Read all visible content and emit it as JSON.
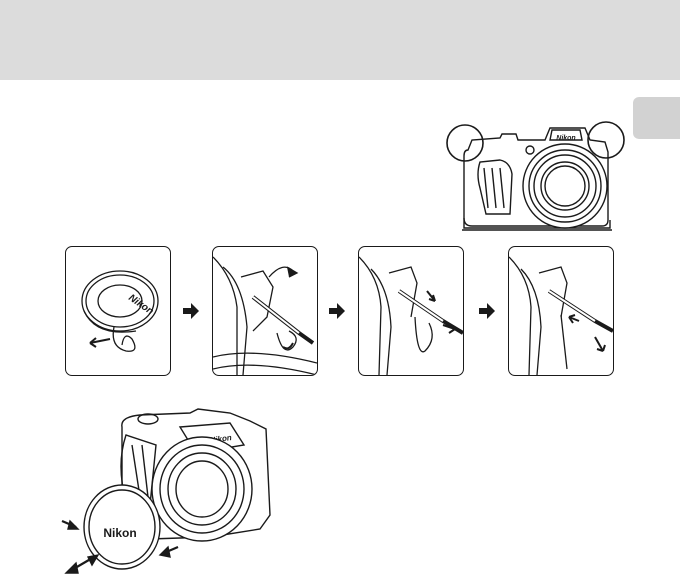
{
  "page": {
    "header_band_color": "#dcdcdc",
    "side_tab_color": "#d2d2d2"
  },
  "camera_front": {
    "brand_text": "Nikon"
  },
  "lens_cap_panel": {
    "brand_text": "Nikon"
  },
  "camera_with_cap": {
    "cap_text": "Nikon",
    "body_text": "Nikon"
  }
}
